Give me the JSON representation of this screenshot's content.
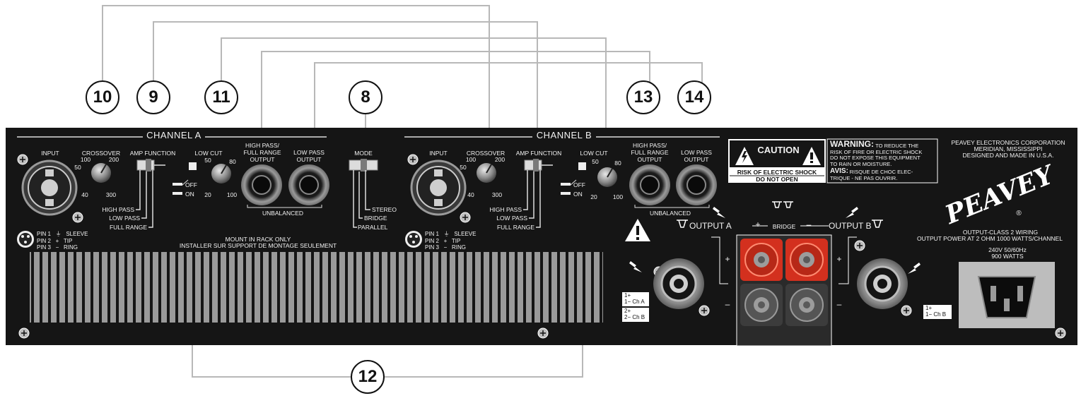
{
  "callouts": [
    "10",
    "9",
    "11",
    "8",
    "13",
    "14",
    "12"
  ],
  "channel_a": {
    "title": "CHANNEL A",
    "input": "INPUT",
    "crossover": "CROSSOVER",
    "crossover_ticks": [
      "100",
      "200",
      "50",
      "40",
      "300"
    ],
    "amp_function": "AMP FUNCTION",
    "amp_modes": [
      "HIGH PASS",
      "LOW PASS",
      "FULL RANGE"
    ],
    "low_cut": "LOW CUT",
    "low_cut_ticks": [
      "50",
      "80",
      "20",
      "100"
    ],
    "off": "OFF",
    "on": "ON",
    "hp_output": "HIGH PASS/\nFULL RANGE\nOUTPUT",
    "lp_output": "LOW PASS\nOUTPUT",
    "unbalanced": "UNBALANCED"
  },
  "channel_b": {
    "title": "CHANNEL B",
    "input": "INPUT",
    "crossover": "CROSSOVER",
    "crossover_ticks": [
      "100",
      "200",
      "50",
      "40",
      "300"
    ],
    "amp_function": "AMP FUNCTION",
    "amp_modes": [
      "HIGH PASS",
      "LOW PASS",
      "FULL RANGE"
    ],
    "low_cut": "LOW CUT",
    "low_cut_ticks": [
      "50",
      "80",
      "20",
      "100"
    ],
    "off": "OFF",
    "on": "ON",
    "hp_output": "HIGH PASS/\nFULL RANGE\nOUTPUT",
    "lp_output": "LOW PASS\nOUTPUT",
    "unbalanced": "UNBALANCED"
  },
  "mode": {
    "title": "MODE",
    "options": [
      "STEREO",
      "BRIDGE",
      "PARALLEL"
    ]
  },
  "pinout": {
    "a": "PIN 1   ⏚   SLEEVE\nPIN 2   +   TIP\nPIN 3   −   RING",
    "b": "PIN 1   ⏚   SLEEVE\nPIN 2   +   TIP\nPIN 3   −   RING"
  },
  "mount": {
    "line1": "MOUNT IN RACK ONLY",
    "line2": "INSTALLER SUR SUPPORT DE MONTAGE SEULEMENT"
  },
  "caution": {
    "title": "CAUTION",
    "line1": "RISK OF ELECTRIC SHOCK",
    "line2": "DO NOT OPEN"
  },
  "warning": {
    "title": "WARNING:",
    "text": "TO REDUCE THE\nRISK OF FIRE OR ELECTRIC SHOCK\nDO NOT EXPOSE THIS EQUIPMENT\nTO RAIN OR MOISTURE.",
    "avis_title": "AVIS:",
    "avis_text": "RISQUE DE CHOC ELEC-\nTRIQUE - NE PAS OUVRIR."
  },
  "manufacturer": {
    "line1": "PEAVEY ELECTRONICS CORPORATION",
    "line2": "MERIDIAN, MISSISSIPPI",
    "line3": "DESIGNED AND MADE IN U.S.A.",
    "logo": "PEAVEY",
    "registered": "®"
  },
  "output_info": {
    "line1": "OUTPUT-CLASS 2 WIRING",
    "line2": "OUTPUT POWER AT 2 OHM 1000 WATTS/CHANNEL"
  },
  "outputs": {
    "a": "OUTPUT A",
    "b": "OUTPUT B",
    "bridge": "BRIDGE",
    "plus": "+",
    "minus": "–",
    "a_pins_1": "1+\n1− Ch A",
    "a_pins_2": "2+\n2− Ch B",
    "b_pins": "1+\n1− Ch B"
  },
  "power": {
    "voltage": "240V   50/60Hz",
    "watts": "900 WATTS"
  },
  "colors": {
    "panel": "#151515",
    "binding_post_red": "#d3301e",
    "line": "#b8b8b8"
  }
}
